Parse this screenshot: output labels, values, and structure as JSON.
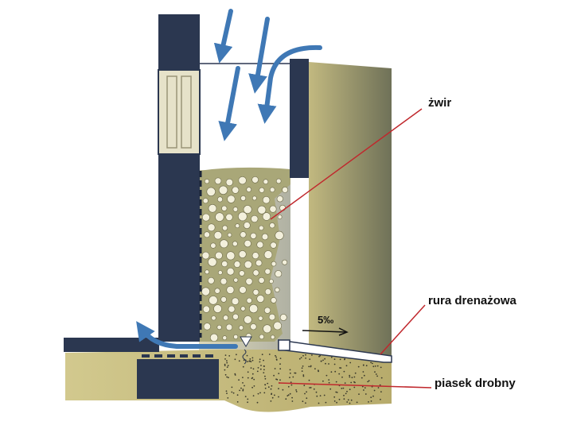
{
  "labels": {
    "gravel": "żwir",
    "drain_pipe": "rura drenażowa",
    "fine_sand": "piasek drobny",
    "slope": "5‰"
  },
  "colors": {
    "wall": "#2b3750",
    "soil_light": "#c2b980",
    "soil_dark": "#6f7158",
    "gravel_fill": "#a9a778",
    "gravel_stone": "#f3f0dc",
    "sand": "#c8bb7d",
    "water_arrow": "#3f78b5",
    "leader_line": "#c0282d",
    "window_frame": "#e6e2c9",
    "pipe": "#ffffff",
    "sky": "#ffffff"
  },
  "icons": {
    "rain_arrows": "arrow-down-icon",
    "outflow_arrow": "arrow-left-icon",
    "slope_arrow": "arrow-right-icon",
    "water_level": "triangle-down-icon"
  }
}
